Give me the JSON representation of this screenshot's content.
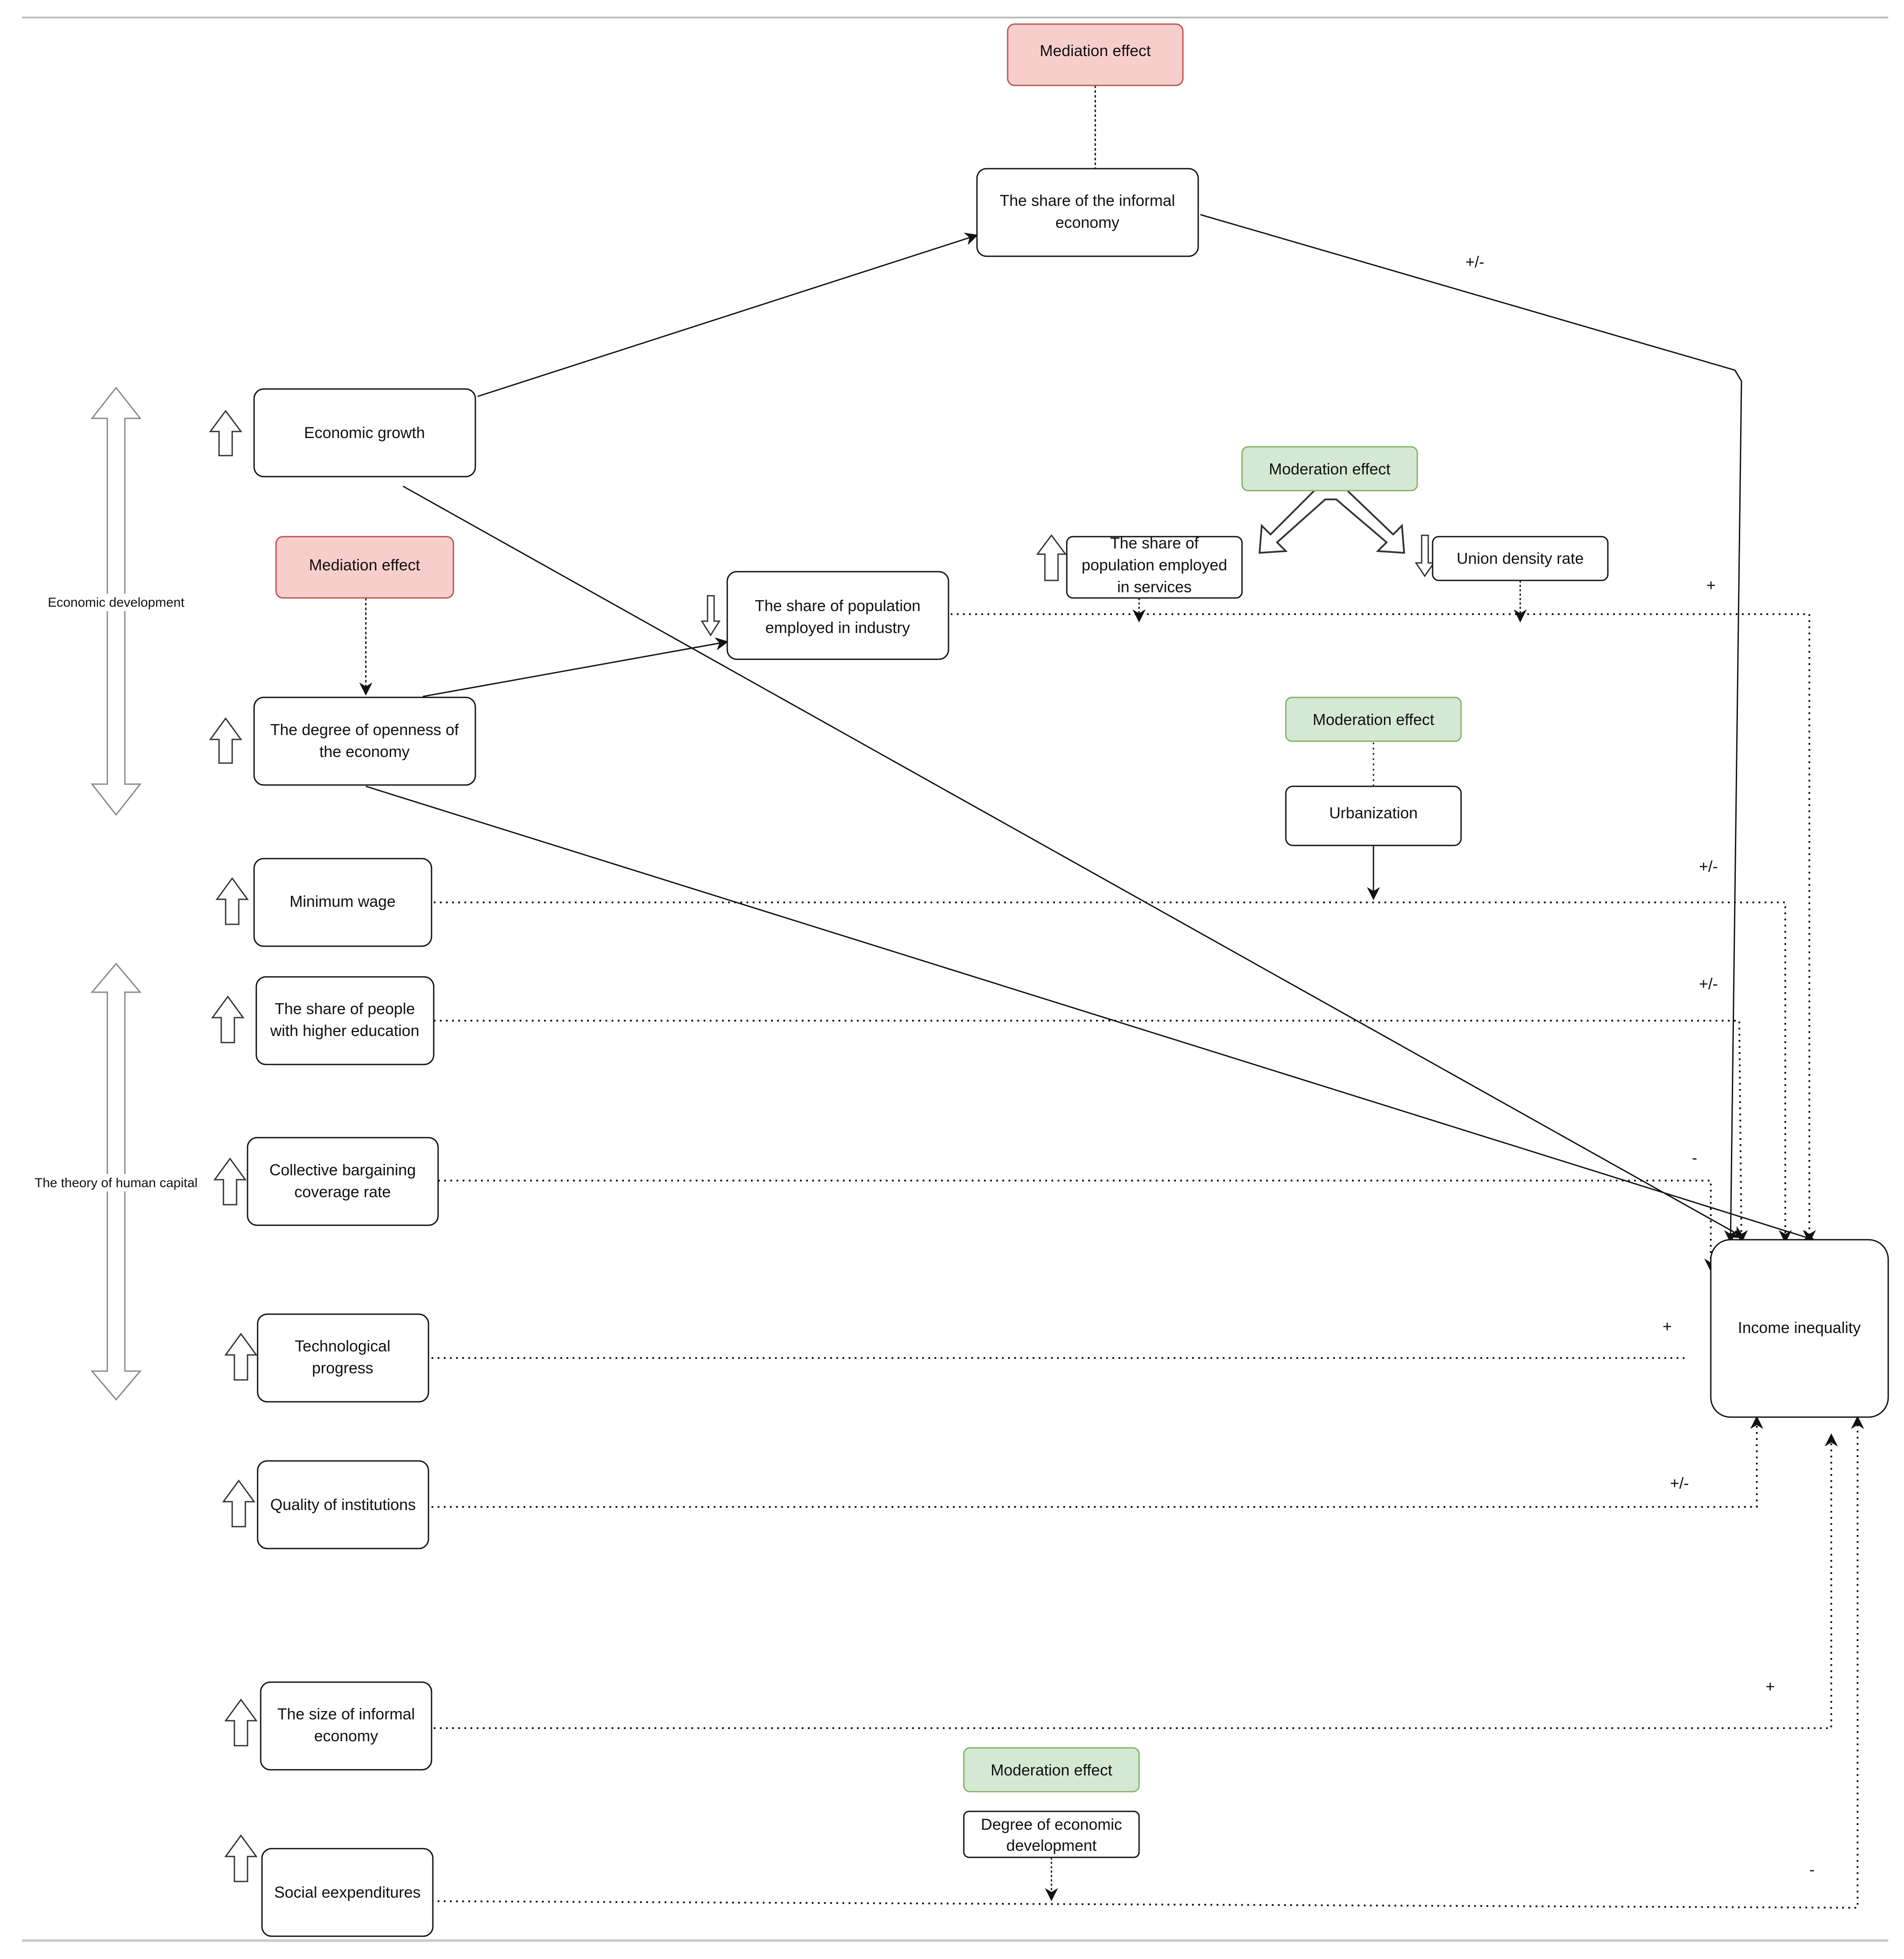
{
  "nodes": {
    "mediation_top": "Mediation effect",
    "informal_share": [
      "The share of  the informal",
      "economy"
    ],
    "economic_growth": "Economic growth",
    "mediation_left": "Mediation effect",
    "industry_share": [
      "The share of population",
      "employed in industry"
    ],
    "moderation_top": "Moderation effect",
    "services_share": [
      "The share of",
      "population employed",
      "in services"
    ],
    "union_density": "Union density rate",
    "openness": [
      "The degree of openness of",
      "the economy"
    ],
    "moderation_mid": "Moderation effect",
    "urbanization": "Urbanization",
    "minimum_wage": "Minimum wage",
    "higher_education": [
      "The share of people",
      "with higher education"
    ],
    "collective_bargaining": [
      "Collective bargaining",
      "coverage rate"
    ],
    "technological_progress": [
      "Technological",
      "progress"
    ],
    "quality_institutions": "Quality of institutions",
    "informal_size": [
      "The size of informal",
      "economy"
    ],
    "moderation_bottom": "Moderation effect",
    "degree_development": [
      "Degree of economic",
      "development"
    ],
    "social_expenditures": "Social eexpenditures",
    "income_inequality": "Income inequality"
  },
  "side_labels": {
    "economic_development": "Economic development",
    "human_capital": "The theory of human capital"
  },
  "signs": {
    "informal": "+/-",
    "industry": "+",
    "minimum_wage": "+/-",
    "higher_education": "+/-",
    "collective_bargaining": "-",
    "technological": "+",
    "institutions": "+/-",
    "informal_size": "+",
    "social": "-"
  },
  "colors": {
    "mediation_fill": "#f8cecc",
    "mediation_stroke": "#b85450",
    "moderation_fill": "#d5e8d4",
    "moderation_stroke": "#82b366"
  }
}
